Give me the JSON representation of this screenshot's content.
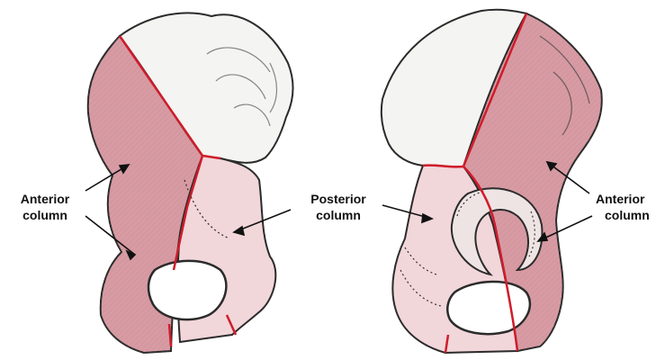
{
  "labels": {
    "left_anterior": {
      "line1": "Anterior",
      "line2": "column"
    },
    "center_posterior": {
      "line1": "Posterior",
      "line2": "column"
    },
    "right_anterior": {
      "line1": "Anterior",
      "line2": "column"
    }
  },
  "colors": {
    "bone_white": "#f4f4f2",
    "anterior_fill": "#d99aa3",
    "posterior_fill": "#f1d6da",
    "boundary_line": "#d01c2a",
    "outline": "#2b2b2b"
  }
}
